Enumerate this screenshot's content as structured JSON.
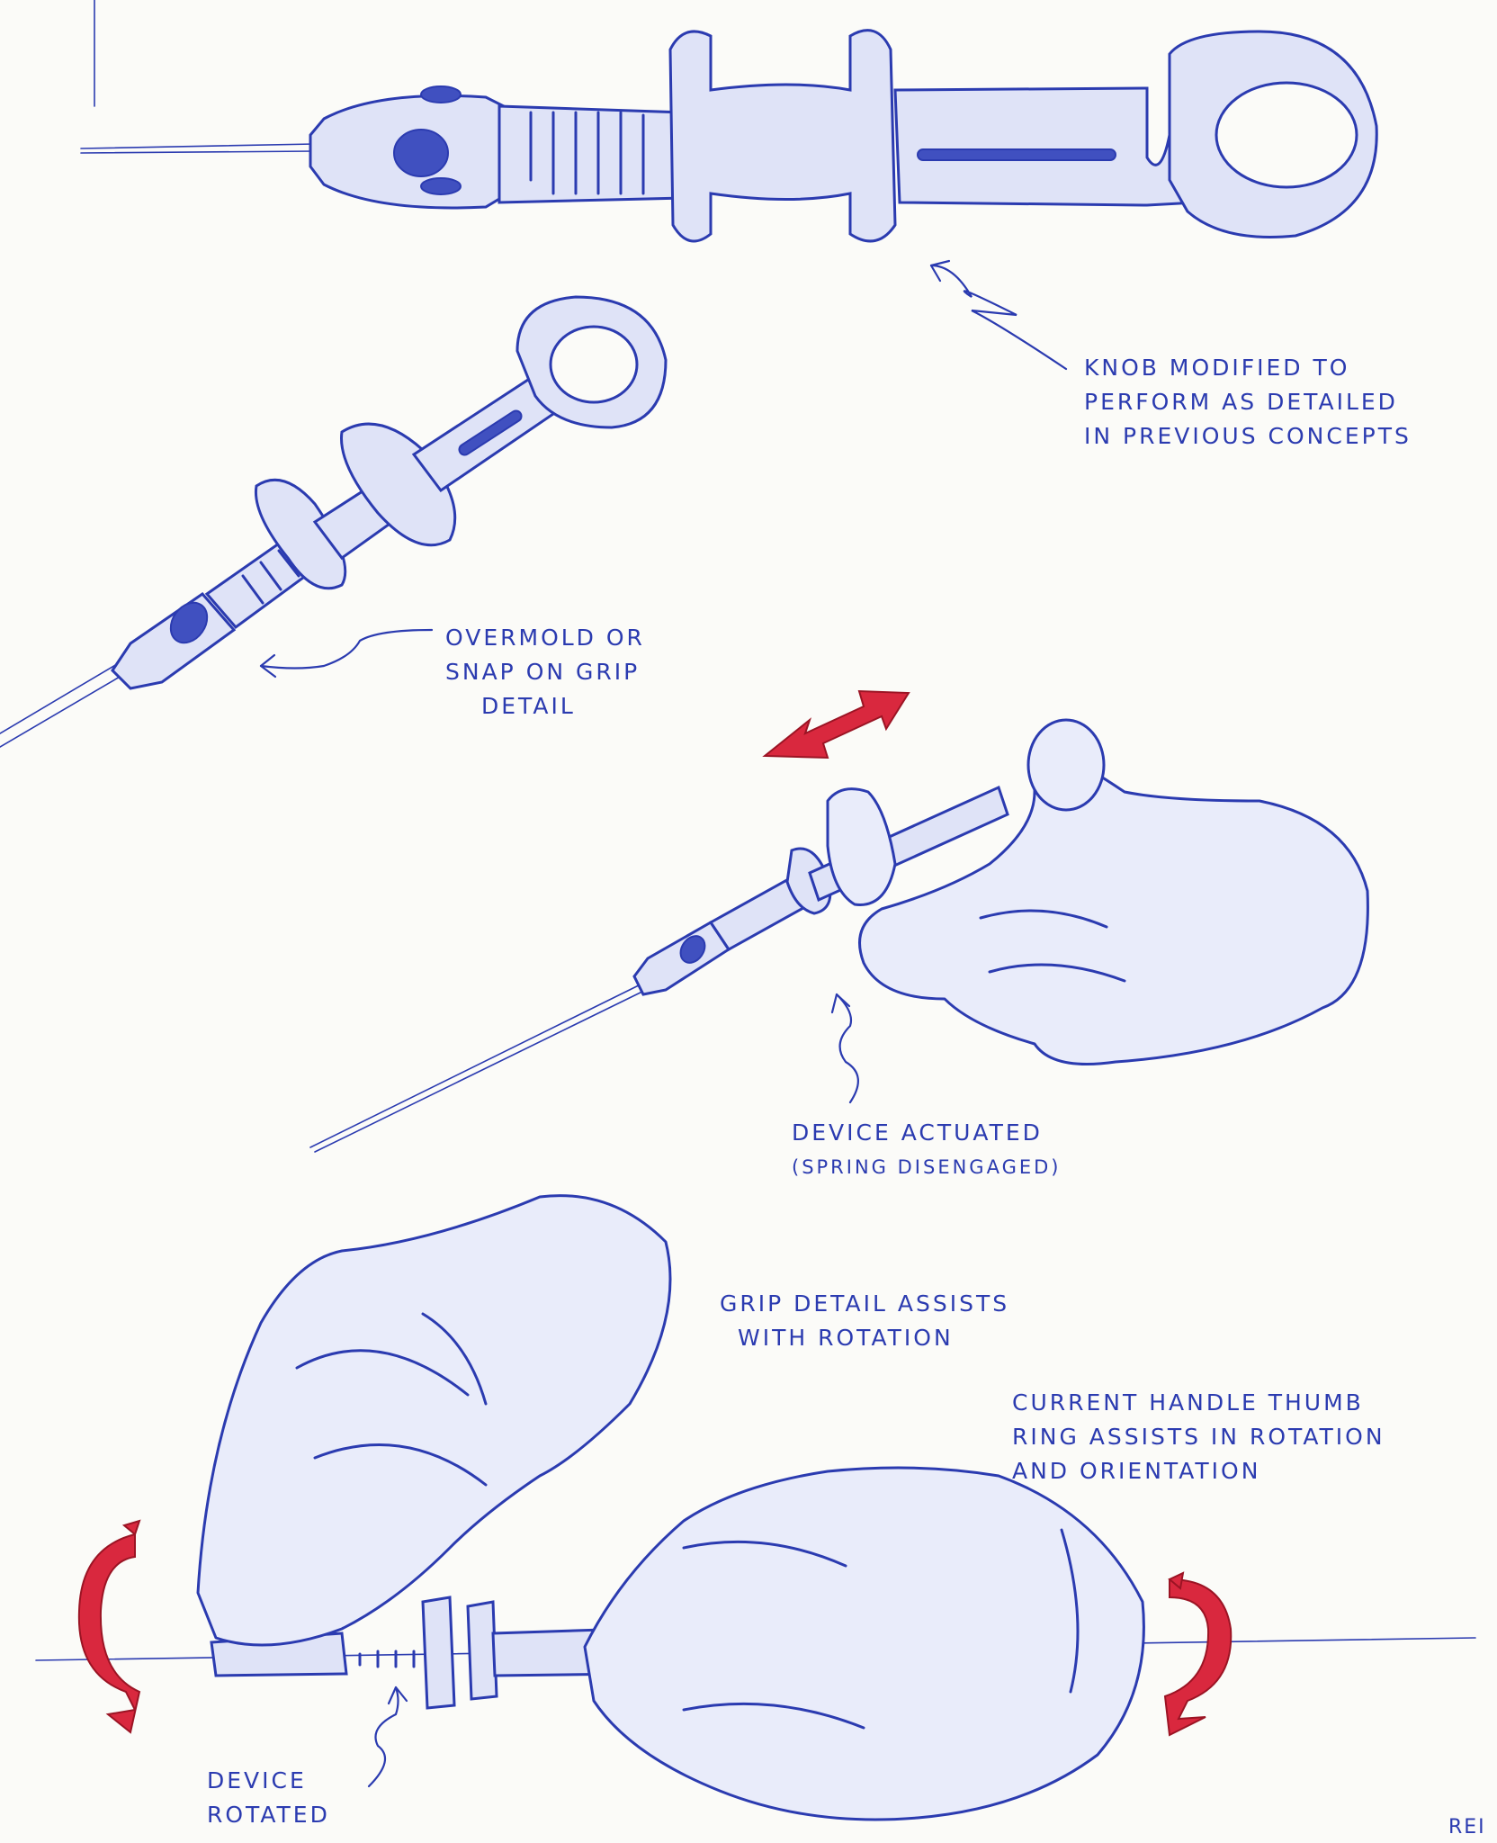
{
  "annotations": {
    "knob": [
      "KNOB MODIFIED TO",
      "PERFORM AS DETAILED",
      "IN PREVIOUS CONCEPTS"
    ],
    "grip": [
      "OVERMOLD OR",
      "SNAP ON GRIP",
      "DETAIL"
    ],
    "actuated": [
      "DEVICE ACTUATED",
      "(SPRING DISENGAGED)"
    ],
    "assist": [
      "GRIP DETAIL ASSISTS",
      "WITH ROTATION"
    ],
    "thumb_ring": [
      "CURRENT HANDLE THUMB",
      "RING ASSISTS IN ROTATION",
      "AND ORIENTATION"
    ],
    "rotated": [
      "DEVICE",
      "ROTATED"
    ]
  },
  "corner_mark": "REI",
  "colors": {
    "ink": "#2b3bb0",
    "accent": "#d9283e",
    "paper": "#fbfbf8"
  },
  "icons": [
    "double-arrow-icon",
    "rotation-arrow-left-icon",
    "rotation-arrow-right-icon",
    "pointer-arrow-icon"
  ]
}
